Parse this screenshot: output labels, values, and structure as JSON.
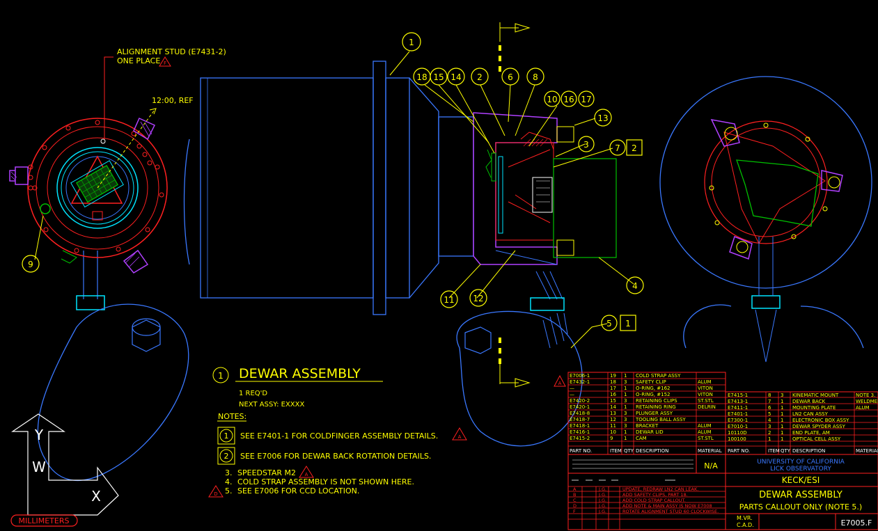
{
  "drawing": {
    "callout_numbers": [
      "1",
      "18",
      "15",
      "14",
      "2",
      "6",
      "8",
      "10",
      "16",
      "17",
      "13",
      "3",
      "7",
      "2",
      "9",
      "11",
      "12",
      "4",
      "5",
      "1"
    ],
    "alignment_label_1": "ALIGNMENT STUD (E7431-2)",
    "alignment_label_2": "ONE PLACE",
    "rev_flag": "F",
    "ref_label": "12:00, REF",
    "units_label": "MILLIMETERS",
    "axis_y": "Y",
    "axis_w": "W",
    "axis_x": "X"
  },
  "title_block": {
    "item_circle": "1",
    "title": "DEWAR ASSEMBLY",
    "reqd": "1 REQ'D",
    "next_assy": "NEXT ASSY: EXXXX",
    "notes_heading": "NOTES:",
    "notes": [
      {
        "num": "1",
        "text": "SEE E7401-1 FOR COLDFINGER ASSEMBLY DETAILS.",
        "rev": "A"
      },
      {
        "num": "2",
        "text": "SEE E7006 FOR DEWAR BACK ROTATION DETAILS.",
        "rev": ""
      },
      {
        "num": "3.",
        "text": "SPEEDSTAR M2",
        "rev": "A"
      },
      {
        "num": "4.",
        "text": "COLD STRAP ASSEMBLY IS NOT SHOWN HERE.",
        "rev": ""
      },
      {
        "num": "5.",
        "text": "SEE E7006 FOR CCD LOCATION.",
        "rev": "D"
      }
    ]
  },
  "bom_left": {
    "flag": "A",
    "headers": [
      "PART NO.",
      "ITEM",
      "QTY",
      "DESCRIPTION",
      "MATERIAL"
    ],
    "rows": [
      [
        "E7006-1",
        "19",
        "1",
        "COLD STRAP ASSY",
        ""
      ],
      [
        "E7432-1",
        "18",
        "3",
        "SAFETY CLIP",
        "ALUM"
      ],
      [
        "—",
        "17",
        "1",
        "O-RING, #162",
        "VITON"
      ],
      [
        "—",
        "16",
        "1",
        "O-RING, #152",
        "VITON"
      ],
      [
        "E7420-2",
        "15",
        "3",
        "RETAINING CLIPS",
        "ST.STL"
      ],
      [
        "E7420-1",
        "14",
        "1",
        "RETAINING RING",
        "DELRIN"
      ],
      [
        "E7418-8",
        "13",
        "3",
        "PLUNGER ASSY",
        ""
      ],
      [
        "E7418-7",
        "12",
        "3",
        "TOOLING BALL ASSY",
        ""
      ],
      [
        "E7418-1",
        "11",
        "3",
        "BRACKET",
        "ALUM"
      ],
      [
        "E7416-1",
        "10",
        "1",
        "DEWAR LID",
        "ALUM"
      ],
      [
        "E7415-2",
        "9",
        "1",
        "CAM",
        "ST.STL"
      ]
    ]
  },
  "bom_right": {
    "headers": [
      "PART NO.",
      "ITEM",
      "QTY",
      "DESCRIPTION",
      "MATERIAL"
    ],
    "rows": [
      [
        "E7415-1",
        "8",
        "3",
        "KINEMATIC MOUNT",
        "NOTE 3."
      ],
      [
        "E7413-1",
        "7",
        "1",
        "DEWAR BACK",
        "WELDMENT"
      ],
      [
        "E7411-1",
        "6",
        "1",
        "MOUNTING PLATE",
        "ALUM"
      ],
      [
        "E7401-1",
        "5",
        "1",
        "LN2 CAN ASSY",
        ""
      ],
      [
        "E7300-1",
        "4",
        "1",
        "ELECTRONIC BOX ASSY",
        ""
      ],
      [
        "E7010-1",
        "3",
        "1",
        "DEWAR SPYDER ASSY",
        ""
      ],
      [
        "10110D",
        "2",
        "1",
        "END PLATE, AM",
        ""
      ],
      [
        "100100",
        "1",
        "1",
        "OPTICAL CELL ASSY",
        ""
      ]
    ]
  },
  "revisions": {
    "rows": [
      {
        "rev": "A",
        "by": "J.G.",
        "desc": "UPDATE, REDRAW LN2 CAN LEAK."
      },
      {
        "rev": "B",
        "by": "J.G.",
        "desc": "ADD SAFETY CLIPS, PART 18."
      },
      {
        "rev": "C",
        "by": "J.G.",
        "desc": "ADD COLD STRAP CALLOUT."
      },
      {
        "rev": "D",
        "by": "J.G.",
        "desc": "ADD NOTE & MAIN ASSY IS NOW E7008"
      },
      {
        "rev": "F",
        "by": "J.G.",
        "desc": "ROTATE ALIGNMENT STUD 60 CLOCKWISE."
      }
    ]
  },
  "title_box": {
    "scale": "N/A",
    "org_1": "UNIVERSITY OF CALIFORNIA",
    "org_2": "LICK OBSERVATORY",
    "project": "KECK/ESI",
    "title_1": "DEWAR ASSEMBLY",
    "title_2": "PARTS CALLOUT ONLY (NOTE 5.)",
    "drawn_label": "M.VR.",
    "cad_label": "C.A.D.",
    "dwg_no": "E7005.F"
  },
  "colors": {
    "background": "#000000",
    "yellow": "#ffff00",
    "red": "#ff2020",
    "blue": "#3a78ff",
    "cyan": "#00e5ff",
    "green": "#00c000",
    "magenta": "#b040ff",
    "white": "#ffffff"
  }
}
